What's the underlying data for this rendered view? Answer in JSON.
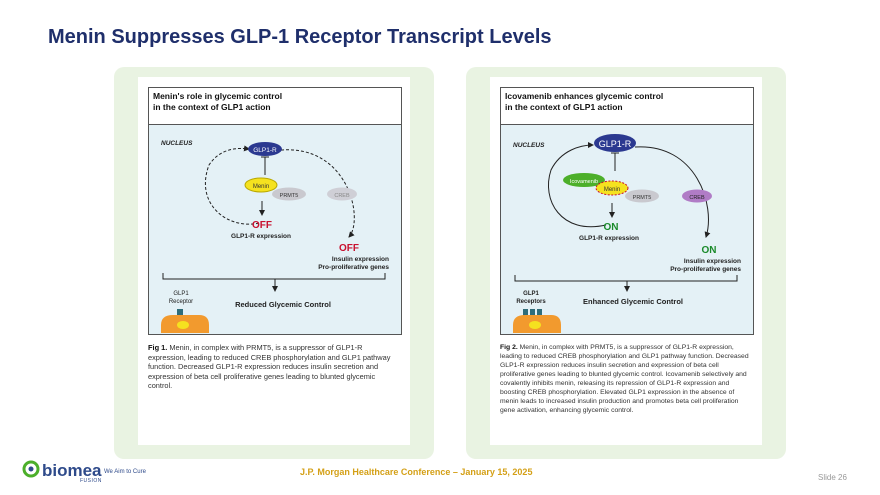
{
  "slide_title": "Menin Suppresses GLP-1 Receptor Transcript Levels",
  "left": {
    "header_line1": "Menin's role in glycemic control",
    "header_line2": "in the context of GLP1 action",
    "nucleus": "NUCLEUS",
    "glp1r": "GLP1-R",
    "menin": "Menin",
    "prmt5": "PRMT5",
    "creb": "CREB",
    "off1": "OFF",
    "glp1r_expression": "GLP1-R expression",
    "off2": "OFF",
    "insulin_expression": "Insulin expression",
    "proliferative": "Pro-proliferative genes",
    "receptor_label_1": "GLP1",
    "receptor_label_2": "Receptor",
    "outcome": "Reduced Glycemic Control",
    "caption_bold": "Fig 1.",
    "caption_text": "Menin, in complex with PRMT5, is a suppressor of GLP1-R expression, leading to reduced CREB phosphorylation and GLP1 pathway function. Decreased GLP1-R expression reduces insulin secretion and expression of beta cell proliferative genes leading to blunted glycemic control."
  },
  "right": {
    "header_line1": "Icovamenib enhances glycemic control",
    "header_line2": "in the context of GLP1 action",
    "nucleus": "NUCLEUS",
    "glp1r": "GLP1-R",
    "icovamenib": "Icovamenib",
    "menin": "Menin",
    "prmt5": "PRMT5",
    "creb": "CREB",
    "on1": "ON",
    "glp1r_expression": "GLP1-R expression",
    "on2": "ON",
    "insulin_expression": "Insulin expression",
    "proliferative": "Pro-proliferative genes",
    "receptor_label_1": "GLP1",
    "receptor_label_2": "Receptors",
    "outcome": "Enhanced Glycemic Control",
    "caption_bold": "Fig 2.",
    "caption_text": "Menin, in complex with PRMT5, is a suppressor of GLP1-R expression, leading to reduced CREB phosphorylation and GLP1 pathway function. Decreased GLP1-R expression reduces insulin secretion and expression of beta cell proliferative genes leading to blunted glycemic control. Icovamenib selectively and covalently inhibits menin, releasing its repression of GLP1-R expression and boosting CREB phosphorylation. Elevated GLP1 expression in the absence of menin leads to increased insulin production and promotes beta cell proliferation gene activation, enhancing glycemic control."
  },
  "footer": {
    "logo": "biomea",
    "logo_sub": "FUSION",
    "tagline": "We Aim to Cure",
    "conference": "J.P. Morgan Healthcare Conference – January 15, 2025",
    "slide_number": "Slide 26"
  },
  "colors": {
    "title": "#1f2f6b",
    "panel": "#e9f3e2",
    "off": "#c8102e",
    "on": "#1a8a2a",
    "glp1r": "#2b3990",
    "menin": "#f5e21f",
    "icovamenib": "#4caf2a",
    "creb_off": "#cfcfd6",
    "creb_on": "#b07cc6",
    "cell": "#f29a2e"
  }
}
